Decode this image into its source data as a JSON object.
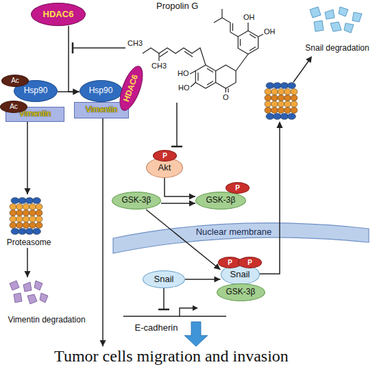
{
  "diagram": {
    "nodes": [
      {
        "text": [
          "HDAC6"
        ]
      },
      {
        "text": [
          "Propolin G"
        ]
      },
      {
        "text": [
          "Ac"
        ]
      },
      {
        "text": [
          "Hsp90"
        ]
      },
      {
        "text": [
          "Ac"
        ]
      },
      {
        "text": [
          "Vimentin"
        ]
      },
      {
        "text": [
          "Hsp90"
        ]
      },
      {
        "text": [
          "HDAC6"
        ]
      },
      {
        "text": [
          "Vimentin"
        ]
      },
      {
        "text": [
          "Proteasome"
        ]
      },
      {
        "text": [
          "Vimentin degradation"
        ]
      },
      {
        "text": [
          "Snail degradation"
        ]
      },
      {
        "text": [
          "P"
        ]
      },
      {
        "text": [
          "Akt"
        ]
      },
      {
        "text": [
          "GSK-3β"
        ]
      },
      {
        "text": [
          "P"
        ]
      },
      {
        "text": [
          "GSK-3β"
        ]
      },
      {
        "text": [
          "Nuclear membrane"
        ]
      },
      {
        "text": [
          "Snail"
        ]
      },
      {
        "text": [
          "P"
        ]
      },
      {
        "text": [
          "P"
        ]
      },
      {
        "text": [
          "Snail"
        ]
      },
      {
        "text": [
          "GSK-3β"
        ]
      },
      {
        "text": [
          "E-cadherin"
        ]
      },
      {
        "text": [
          "Tumor cells migration and invasion"
        ]
      }
    ],
    "edges": [
      {
        "from": 0,
        "to": 6,
        "arrow": "to"
      },
      {
        "from": 3,
        "to": 6,
        "arrow": "to"
      },
      {
        "from": 1,
        "to": 0,
        "arrow": "to"
      },
      {
        "from": 5,
        "to": 9,
        "arrow": "to"
      },
      {
        "from": 9,
        "to": 10,
        "arrow": "to"
      },
      {
        "from": 1,
        "to": 13,
        "arrow": "to"
      },
      {
        "from": 13,
        "to": 16,
        "arrow": "to"
      },
      {
        "from": 14,
        "to": 16,
        "arrow": "to"
      },
      {
        "from": 14,
        "to": 21,
        "arrow": "to"
      },
      {
        "from": 18,
        "to": 21,
        "arrow": "to"
      },
      {
        "from": 18,
        "to": 23,
        "arrow": "to"
      },
      {
        "from": 8,
        "to": 24,
        "arrow": "to"
      },
      {
        "from": 23,
        "to": 24,
        "arrow": "to"
      }
    ],
    "labels": [
      "HO",
      "HO",
      "OH",
      "OH",
      "O",
      "CH3",
      "CH3"
    ]
  }
}
